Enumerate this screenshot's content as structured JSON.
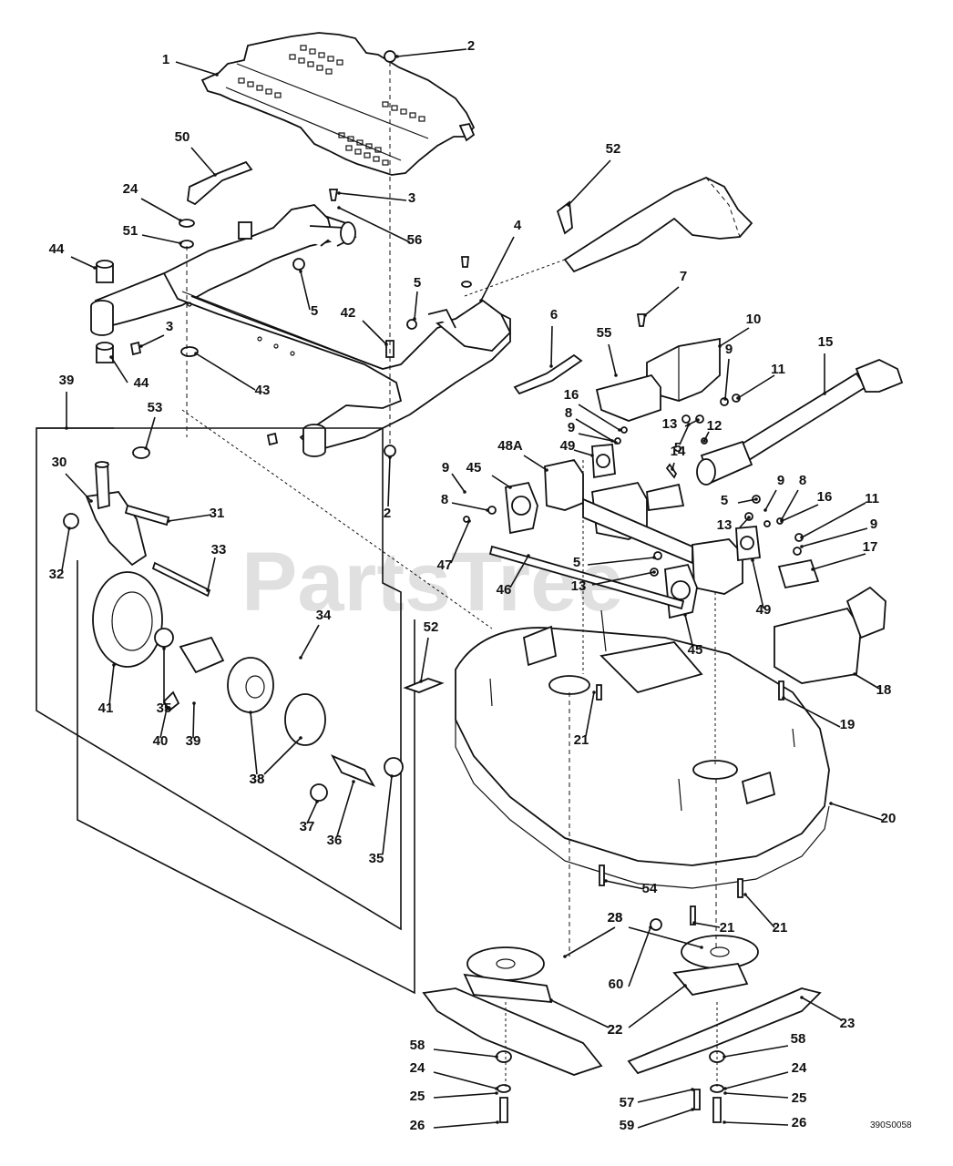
{
  "watermark": "PartsTree",
  "drawing_code": "390S0058",
  "callouts": [
    "1",
    "2",
    "3",
    "4",
    "5",
    "6",
    "7",
    "8",
    "9",
    "10",
    "11",
    "12",
    "13",
    "14",
    "15",
    "16",
    "17",
    "18",
    "19",
    "20",
    "21",
    "22",
    "23",
    "24",
    "25",
    "26",
    "28",
    "30",
    "31",
    "32",
    "33",
    "34",
    "35",
    "36",
    "37",
    "38",
    "39",
    "40",
    "41",
    "42",
    "43",
    "44",
    "45",
    "46",
    "47",
    "48A",
    "49",
    "50",
    "51",
    "52",
    "53",
    "54",
    "55",
    "56",
    "57",
    "58",
    "59",
    "60"
  ]
}
